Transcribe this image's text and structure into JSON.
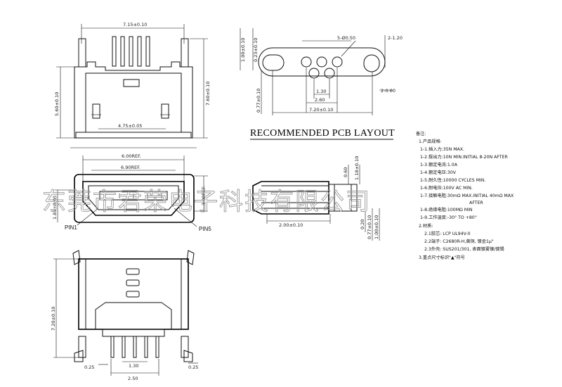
{
  "top_view": {
    "dim_width": "7.15±0.10",
    "dim_height_left": "5.60±0.10",
    "dim_height_right": "7.60±0.10",
    "dim_inner": "4.75±0.05"
  },
  "front_view": {
    "dim_outer": "6.00REF.",
    "dim_inner": "6.90REF.",
    "dim_left": "1.85±0.05",
    "dim_right": "3.00REF.",
    "pin1": "PIN1",
    "pin5": "PIN5"
  },
  "bottom_view": {
    "dim_height": "7.20±0.10",
    "dim_pitch": "1.30",
    "dim_span": "2.50",
    "dim_left": "0.25",
    "dim_right": "0.25"
  },
  "pcb_layout": {
    "title": "RECOMMENDED PCB LAYOUT",
    "dim_total": "7.20±0.10",
    "dim_span": "2.60",
    "dim_pitch": "1.30",
    "dim_holes": "5-Ø0.50",
    "dim_slot_h": "2-1.20",
    "dim_slot_w": "2-0.60",
    "dim_top1": "1.00±0.10",
    "dim_top2": "0.23±0.10",
    "dim_left": "0.77±0.10"
  },
  "side_view": {
    "dim_width": "2.00±0.10",
    "dim_a": "0.60",
    "dim_b": "1.18±0.10",
    "dim_c": "0.20",
    "dim_d": "0.77±0.10",
    "dim_e": "1.00±0.10"
  },
  "notes": {
    "heading": "备注:",
    "lines": [
      "1.产品规格:",
      "1-1.插入力:35N MAX.",
      "1-2.拔出力:10N MIN.INITIAL 8-20N AFTER",
      "1-3.额定电流:1.0A",
      "1-4.额定电压:30V",
      "1-5.耐久性:10000 CYCLES MIN.",
      "1-6.耐电压:100V AC MIN.",
      "1-7.接触电阻:30mΩ MAX.INITIAL 40mΩ MAX",
      "AFTER",
      "1-8.绝缘电阻:100MΩ MIN",
      "1-9.工作温度:-30° TO +80°",
      "2.材质:",
      "2.1胶芯: LCP UL94V-0",
      "2.2端子: C2680R-H,黄铜, 镀金1μ\"",
      "2.3外壳: SUS201/301, 表面镀雾镍/镀锡",
      "3.重点尺寸标识\"▲\"符号"
    ]
  },
  "watermark": "东莞市君荣电子科技有限公司"
}
